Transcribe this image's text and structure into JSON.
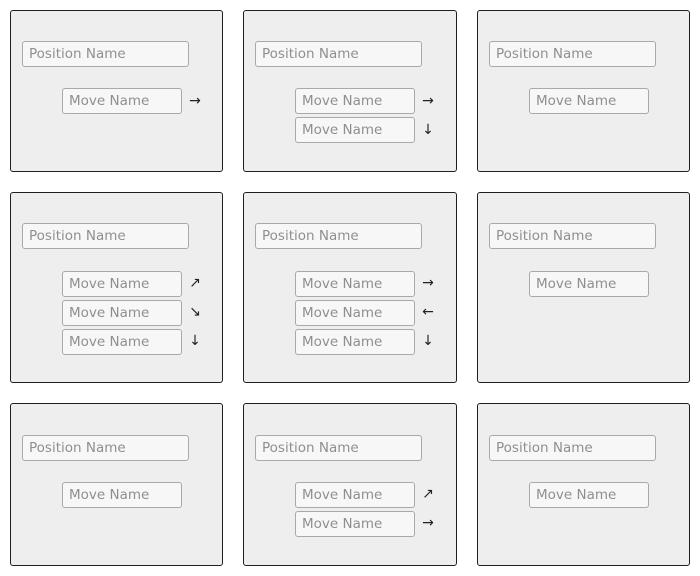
{
  "cards": [
    {
      "position_placeholder": "Position Name",
      "moves": [
        {
          "placeholder": "Move Name",
          "arrow": "→",
          "arrow_icon": "arrow-right-icon"
        }
      ]
    },
    {
      "position_placeholder": "Position Name",
      "moves": [
        {
          "placeholder": "Move Name",
          "arrow": "→",
          "arrow_icon": "arrow-right-icon"
        },
        {
          "placeholder": "Move Name",
          "arrow": "↓",
          "arrow_icon": "arrow-down-icon"
        }
      ]
    },
    {
      "position_placeholder": "Position Name",
      "moves": [
        {
          "placeholder": "Move Name",
          "arrow": "",
          "arrow_icon": ""
        }
      ]
    },
    {
      "position_placeholder": "Position Name",
      "moves": [
        {
          "placeholder": "Move Name",
          "arrow": "↗",
          "arrow_icon": "arrow-up-right-icon"
        },
        {
          "placeholder": "Move Name",
          "arrow": "↘",
          "arrow_icon": "arrow-down-right-icon"
        },
        {
          "placeholder": "Move Name",
          "arrow": "↓",
          "arrow_icon": "arrow-down-icon"
        }
      ]
    },
    {
      "position_placeholder": "Position Name",
      "moves": [
        {
          "placeholder": "Move Name",
          "arrow": "→",
          "arrow_icon": "arrow-right-icon"
        },
        {
          "placeholder": "Move Name",
          "arrow": "←",
          "arrow_icon": "arrow-left-icon"
        },
        {
          "placeholder": "Move Name",
          "arrow": "↓",
          "arrow_icon": "arrow-down-icon"
        }
      ]
    },
    {
      "position_placeholder": "Position Name",
      "moves": [
        {
          "placeholder": "Move Name",
          "arrow": "",
          "arrow_icon": ""
        }
      ]
    },
    {
      "position_placeholder": "Position Name",
      "moves": [
        {
          "placeholder": "Move Name",
          "arrow": "",
          "arrow_icon": ""
        }
      ]
    },
    {
      "position_placeholder": "Position Name",
      "moves": [
        {
          "placeholder": "Move Name",
          "arrow": "↗",
          "arrow_icon": "arrow-up-right-icon"
        },
        {
          "placeholder": "Move Name",
          "arrow": "→",
          "arrow_icon": "arrow-right-icon"
        }
      ]
    },
    {
      "position_placeholder": "Position Name",
      "moves": [
        {
          "placeholder": "Move Name",
          "arrow": "",
          "arrow_icon": ""
        }
      ]
    }
  ]
}
